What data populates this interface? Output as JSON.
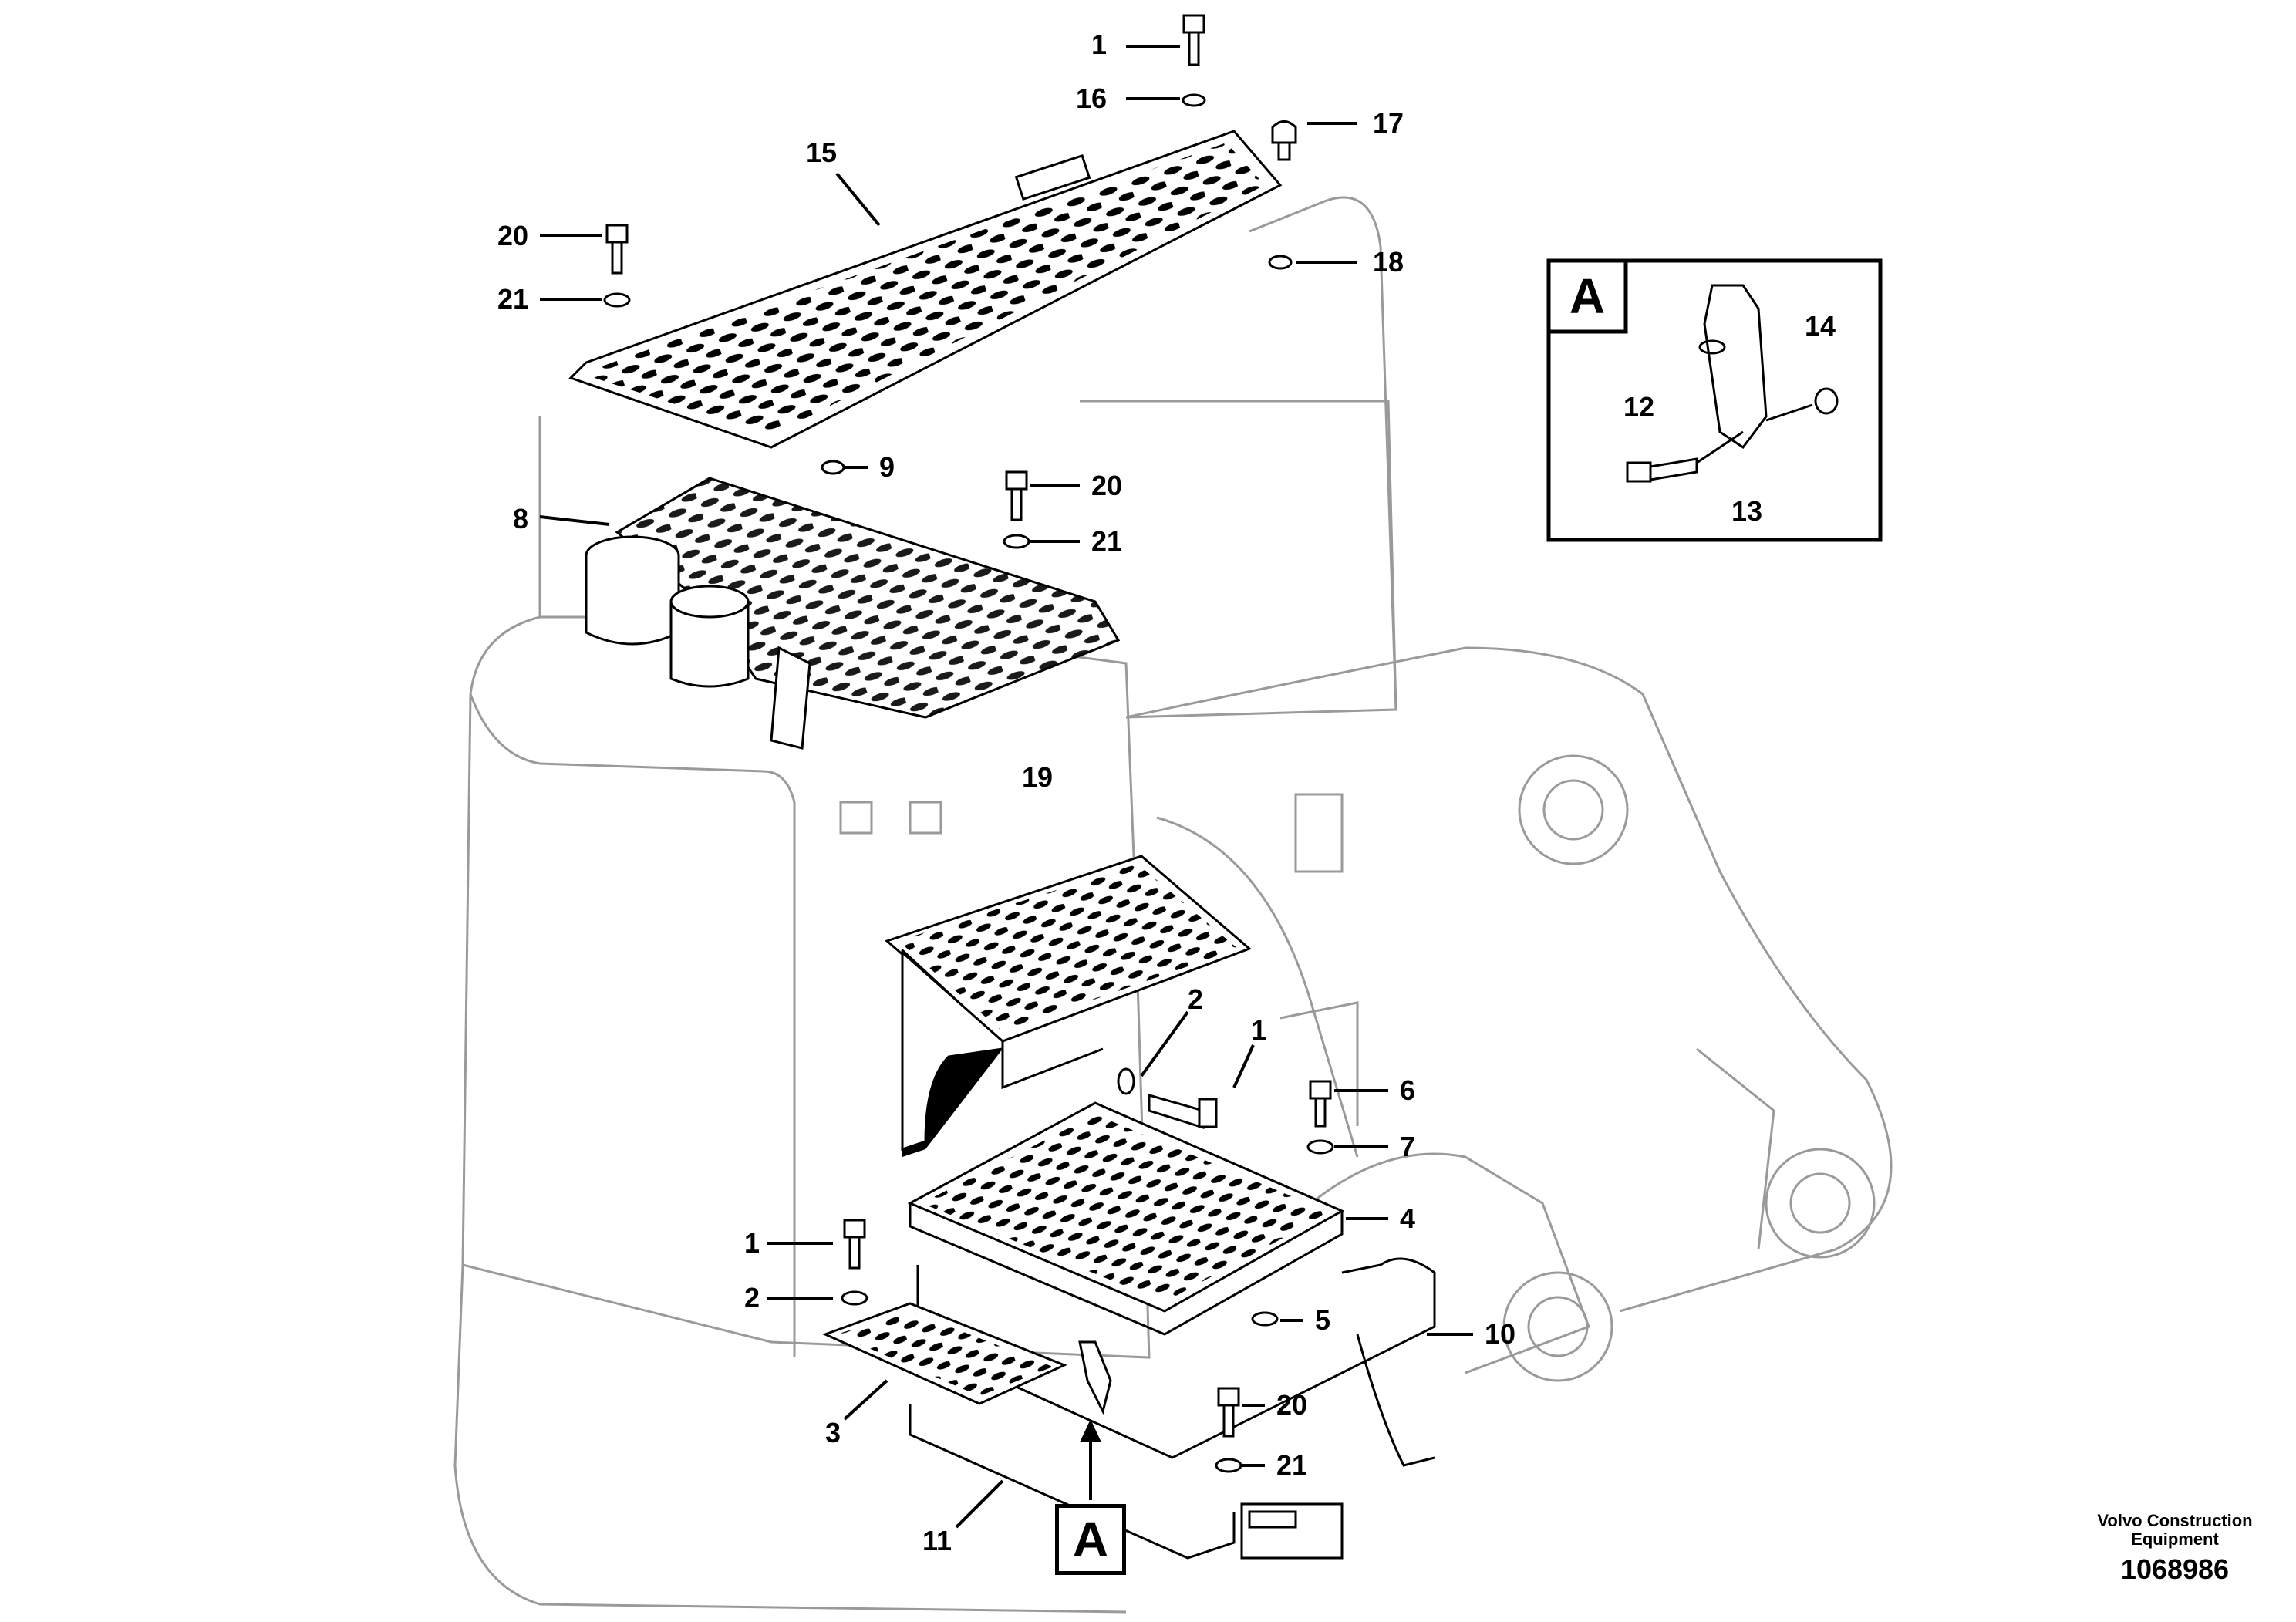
{
  "callouts": [
    {
      "id": "c1-top",
      "text": "1"
    },
    {
      "id": "c16",
      "text": "16"
    },
    {
      "id": "c17",
      "text": "17"
    },
    {
      "id": "c15",
      "text": "15"
    },
    {
      "id": "c20-top",
      "text": "20"
    },
    {
      "id": "c21-top",
      "text": "21"
    },
    {
      "id": "c18",
      "text": "18"
    },
    {
      "id": "c9",
      "text": "9"
    },
    {
      "id": "c8",
      "text": "8"
    },
    {
      "id": "c20-mid",
      "text": "20"
    },
    {
      "id": "c21-mid",
      "text": "21"
    },
    {
      "id": "c19",
      "text": "19"
    },
    {
      "id": "c2-mid",
      "text": "2"
    },
    {
      "id": "c1-mid",
      "text": "1"
    },
    {
      "id": "c6",
      "text": "6"
    },
    {
      "id": "c7",
      "text": "7"
    },
    {
      "id": "c4",
      "text": "4"
    },
    {
      "id": "c1-low",
      "text": "1"
    },
    {
      "id": "c2-low",
      "text": "2"
    },
    {
      "id": "c5",
      "text": "5"
    },
    {
      "id": "c10",
      "text": "10"
    },
    {
      "id": "c3",
      "text": "3"
    },
    {
      "id": "c20-low",
      "text": "20"
    },
    {
      "id": "c21-low",
      "text": "21"
    },
    {
      "id": "c11",
      "text": "11"
    },
    {
      "id": "c12",
      "text": "12"
    },
    {
      "id": "c14",
      "text": "14"
    },
    {
      "id": "c13",
      "text": "13"
    }
  ],
  "detail_view": {
    "label": "A"
  },
  "view_marker": {
    "label": "A"
  },
  "credit": {
    "line1": "Volvo Construction",
    "line2": "Equipment",
    "number": "1068986"
  }
}
